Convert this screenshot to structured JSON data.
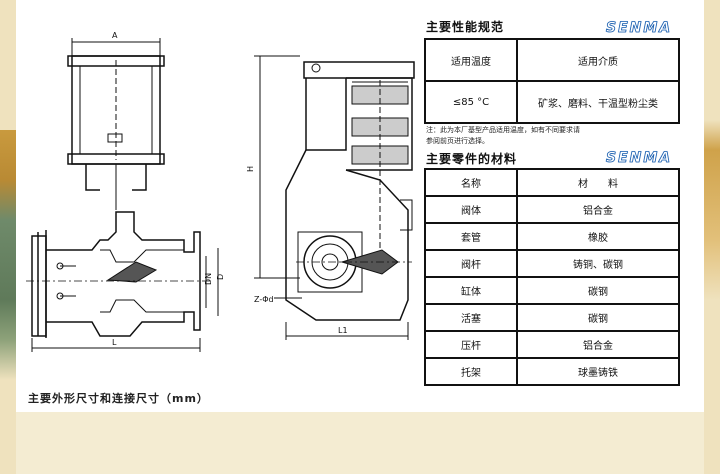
{
  "spec_section": {
    "title": "主要性能规范",
    "brand": "SENMA",
    "headers": [
      "适用温度",
      "适用介质"
    ],
    "row": [
      "≤85 °C",
      "矿浆、磨料、干温型粉尘类"
    ],
    "note_line1": "注：此为本厂基型产品适用温度，如有不同要求请",
    "note_line2": "参阅前页进行选择。"
  },
  "materials_section": {
    "title": "主要零件的材料",
    "brand": "SENMA",
    "header": [
      "名称",
      "材　　料"
    ],
    "rows": [
      [
        "阀体",
        "铝合金"
      ],
      [
        "套管",
        "橡胶"
      ],
      [
        "阀杆",
        "铸铜、碳钢"
      ],
      [
        "缸体",
        "碳钢"
      ],
      [
        "活塞",
        "碳钢"
      ],
      [
        "压杆",
        "铝合金"
      ],
      [
        "托架",
        "球墨铸铁"
      ]
    ]
  },
  "drawing": {
    "caption": "主要外形尺寸和连接尺寸（mm）",
    "dims": {
      "a": "A",
      "h": "H",
      "dn": "DN",
      "d": "D",
      "l": "L",
      "l1": "L1",
      "z": "Z-Φd"
    }
  }
}
